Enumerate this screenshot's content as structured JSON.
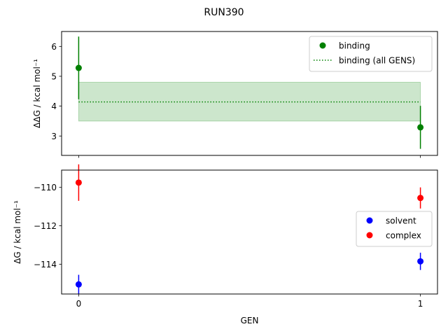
{
  "chart_data": [
    {
      "type": "scatter",
      "title": "RUN390",
      "ylabel": "ΔΔG / kcal mol⁻¹",
      "xlabel": "",
      "ylim": [
        2.35,
        6.5
      ],
      "xlim": [
        -0.05,
        1.05
      ],
      "yticks": [
        3,
        4,
        5,
        6
      ],
      "xticks": [
        0,
        1
      ],
      "xtick_labels_visible": false,
      "grid": false,
      "legend_position": "top-right",
      "series": [
        {
          "name": "binding",
          "color": "#008000",
          "marker": "circle",
          "x": [
            0,
            1
          ],
          "y": [
            5.28,
            3.29
          ],
          "yerr": [
            1.05,
            0.72
          ]
        }
      ],
      "reference": {
        "name": "binding (all GENS)",
        "color": "#008000",
        "style": "dotted",
        "value": 4.14,
        "band": [
          3.5,
          4.8
        ],
        "band_color": "#008000"
      }
    },
    {
      "type": "scatter",
      "ylabel": "ΔG / kcal mol⁻¹",
      "xlabel": "GEN",
      "ylim": [
        -115.55,
        -109.1
      ],
      "xlim": [
        -0.05,
        1.05
      ],
      "yticks": [
        -114,
        -112,
        -110
      ],
      "ytick_labels": [
        "−114",
        "−112",
        "−110"
      ],
      "xticks": [
        0,
        1
      ],
      "xtick_labels": [
        "0",
        "1"
      ],
      "grid": false,
      "legend_position": "center-right",
      "series": [
        {
          "name": "solvent",
          "color": "#0000ff",
          "marker": "circle",
          "x": [
            0,
            1
          ],
          "y": [
            -115.05,
            -113.85
          ],
          "yerr": [
            0.5,
            0.45
          ]
        },
        {
          "name": "complex",
          "color": "#ff0000",
          "marker": "circle",
          "x": [
            0,
            1
          ],
          "y": [
            -109.75,
            -110.55
          ],
          "yerr": [
            0.95,
            0.55
          ]
        }
      ]
    }
  ]
}
